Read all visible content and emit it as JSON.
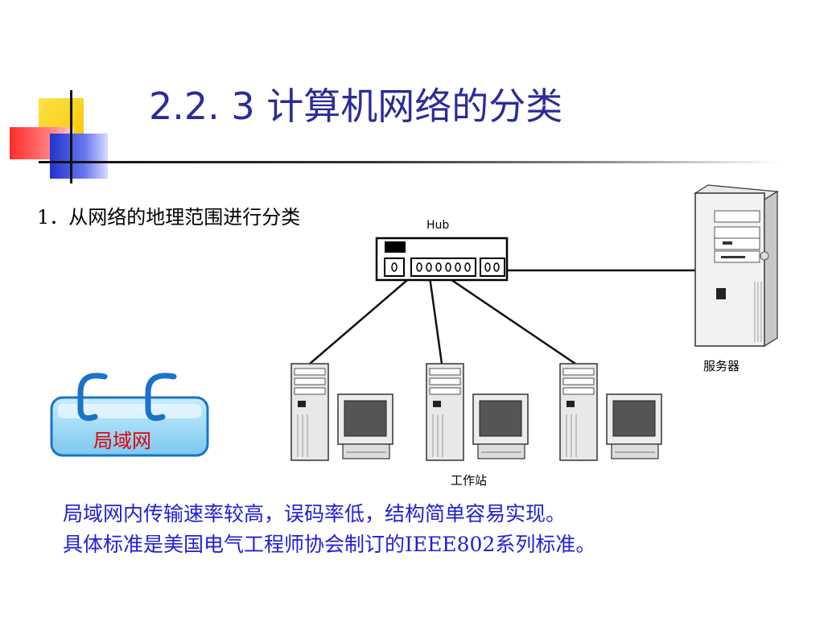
{
  "slide": {
    "title": "2.2. 3 计算机网络的分类",
    "subtitle": "1．从网络的地理范围进行分类",
    "diagram": {
      "hub_label": "Hub",
      "server_label": "服务器",
      "workstation_label": "工作站",
      "badge_label": "局域网"
    },
    "body_lines": [
      "局域网内传输速率较高，误码率低，结构简单容易实现。",
      "具体标准是美国电气工程师协会制订的IEEE802系列标准。"
    ]
  },
  "colors": {
    "title": "#2b2b99",
    "body_text": "#1f1fd6",
    "badge_text": "#e60000",
    "badge_fill": "#8fd4f5"
  }
}
